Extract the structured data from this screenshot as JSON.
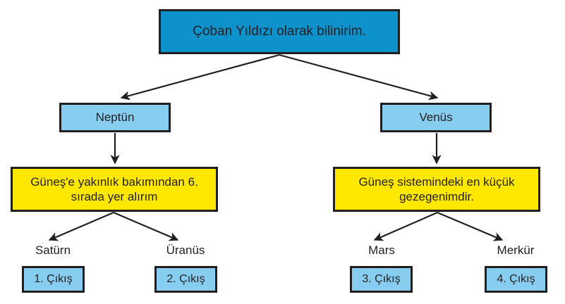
{
  "diagram": {
    "title_text": "Çoban Yıldızı olarak bilinirim.",
    "colors": {
      "root_fill": "#0d92cc",
      "node_fill": "#86cdf0",
      "clue_fill": "#ffe800",
      "stroke": "#231f20",
      "background": "#ffffff"
    },
    "root": {
      "label": "Çoban Yıldızı olarak bilinirim."
    },
    "branches": [
      {
        "planet": "Neptün",
        "clue": "Güneş'e yakınlık bakımından 6. sırada yer alırım",
        "leaves": [
          {
            "label": "Satürn",
            "exit": "1. Çıkış"
          },
          {
            "label": "Üranüs",
            "exit": "2. Çıkış"
          }
        ]
      },
      {
        "planet": "Venüs",
        "clue": "Güneş sistemindeki en küçük gezegenimdir.",
        "leaves": [
          {
            "label": "Mars",
            "exit": "3. Çıkış"
          },
          {
            "label": "Merkür",
            "exit": "4. Çıkış"
          }
        ]
      }
    ]
  }
}
